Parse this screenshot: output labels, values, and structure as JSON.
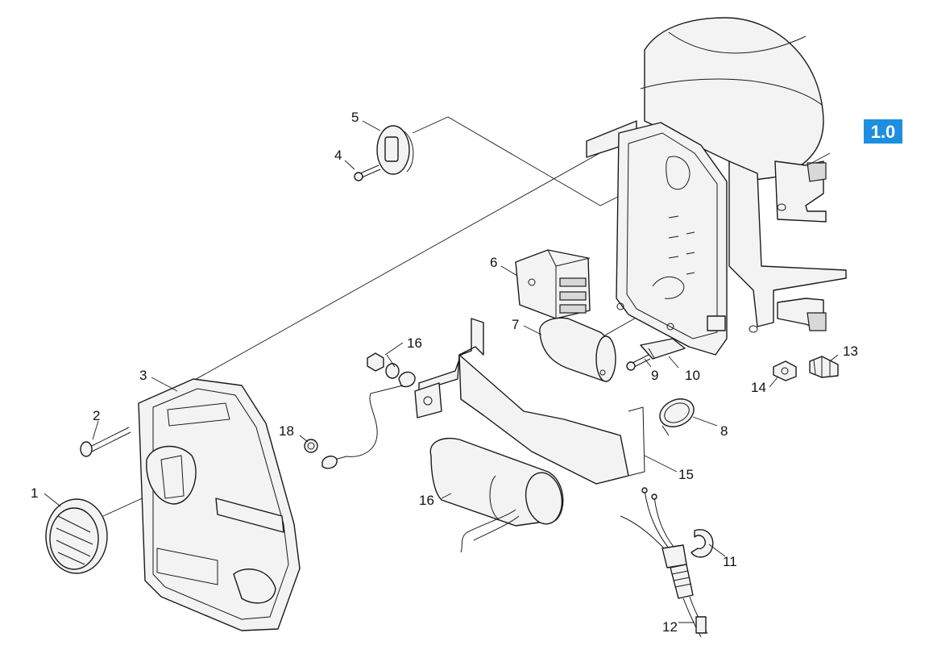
{
  "section_badge": "1.0",
  "colors": {
    "badge": "#1e8fe0",
    "line": "#1a1a1a",
    "fill": "#f3f3f3"
  },
  "callouts": {
    "c1": "1",
    "c2": "2",
    "c3": "3",
    "c4": "4",
    "c5": "5",
    "c6": "6",
    "c7": "7",
    "c8": "8",
    "c9": "9",
    "c10": "10",
    "c11": "11",
    "c12": "12",
    "c13": "13",
    "c14": "14",
    "c15": "15",
    "c16a": "16",
    "c16b": "16",
    "c18": "18"
  }
}
